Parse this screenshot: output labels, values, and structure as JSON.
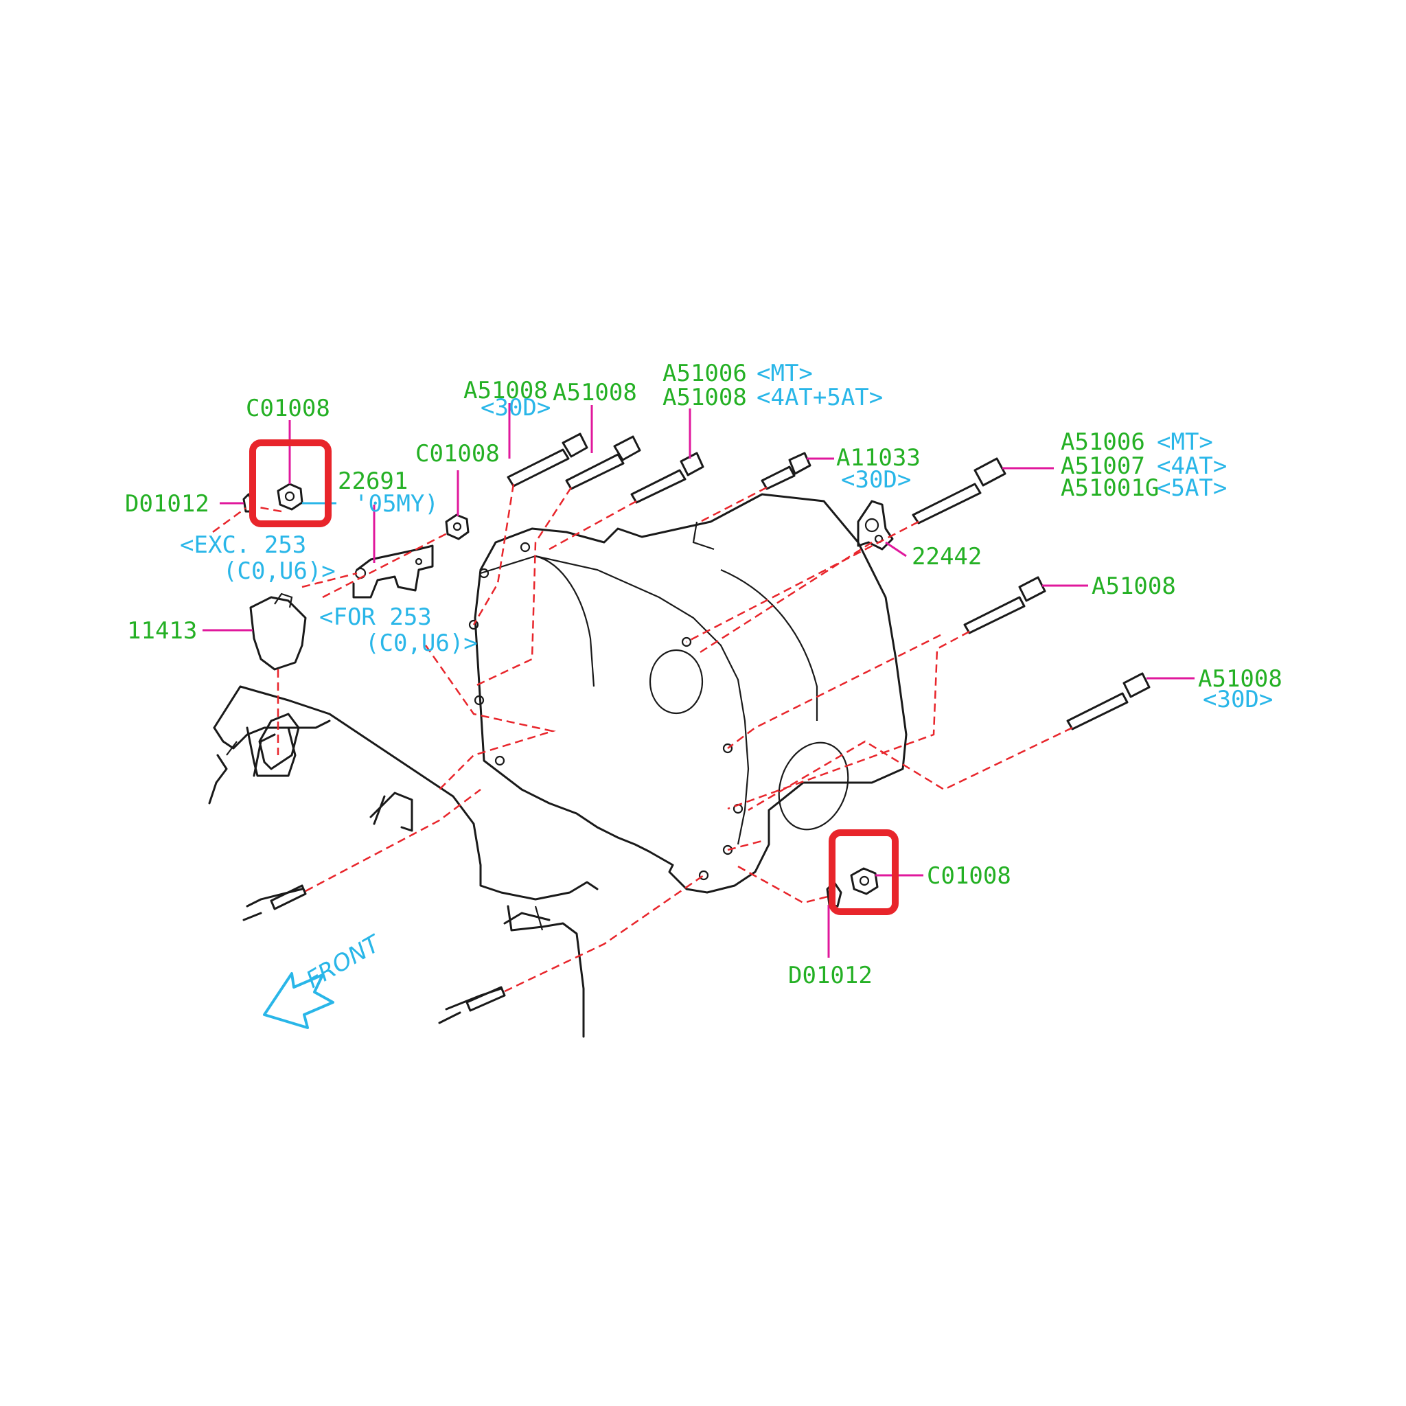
{
  "labels": {
    "c01008_top_left": "C01008",
    "d01012_left": "D01012",
    "num_22691": "22691",
    "note_05my": "'05MY)",
    "c01008_mid": "C01008",
    "a51008_30d_top": "A51008",
    "a51008_30d_top_note": "<30D>",
    "a51008_second": "A51008",
    "a51006_mt_top": "A51006",
    "a51006_mt_top_note": "<MT>",
    "a51008_4at5at": "A51008",
    "a51008_4at5at_note": "<4AT+5AT>",
    "a11033": "A11033",
    "a11033_note": "<30D>",
    "a51006_right": "A51006",
    "a51006_right_note": "<MT>",
    "a51007": "A51007",
    "a51007_note": "<4AT>",
    "a51001g": "A51001G",
    "a51001g_note": "<5AT>",
    "num_22442": "22442",
    "a51008_right": "A51008",
    "a51008_lower_right": "A51008",
    "a51008_lower_right_note": "<30D>",
    "c01008_bottom": "C01008",
    "d01012_bottom": "D01012",
    "num_11413": "11413",
    "note_exc_253": "<EXC. 253",
    "note_exc_253_b": "(C0,U6)>",
    "note_for_253": "<FOR 253",
    "note_for_253_b": "(C0,U6)>",
    "front": "FRONT"
  },
  "colors": {
    "part_number": "#24b024",
    "note": "#29b6e8",
    "leader": "#e0189c",
    "dashed_line": "#e8252b",
    "highlight": "#e8252b",
    "linework": "#1a1a1a"
  }
}
